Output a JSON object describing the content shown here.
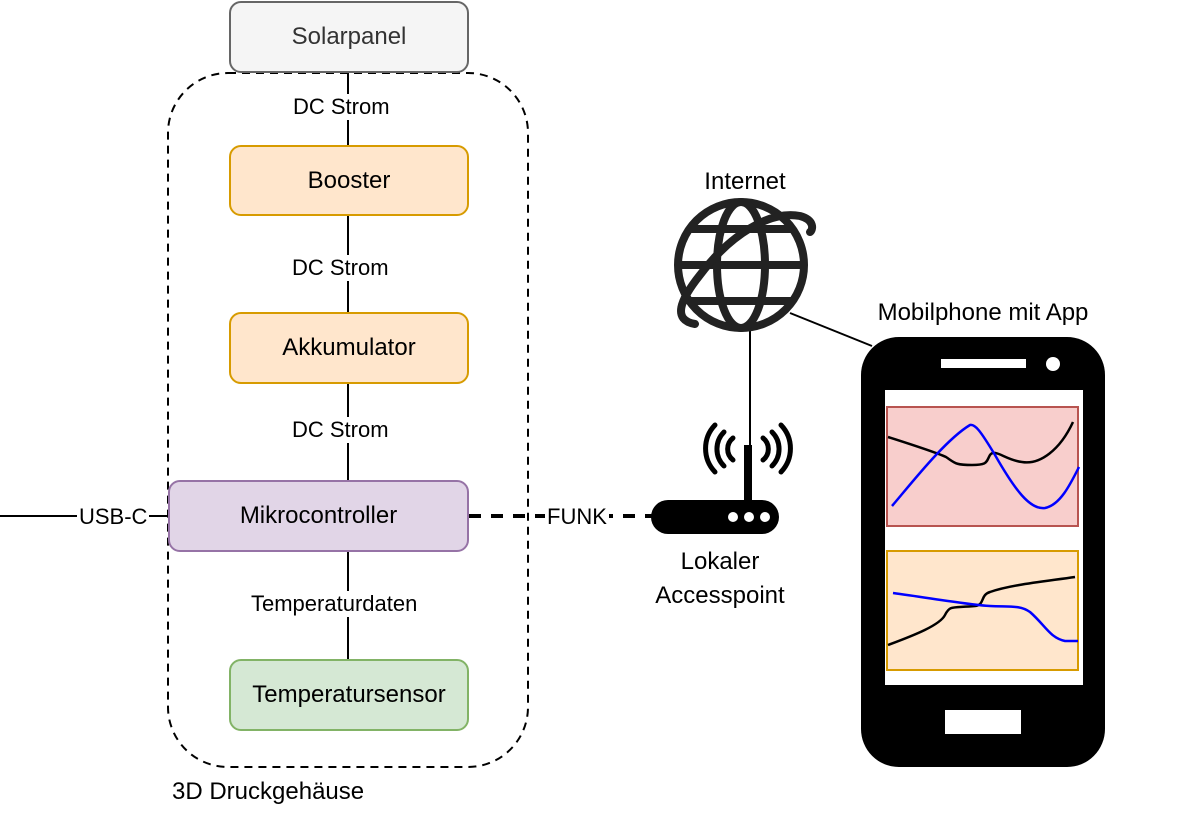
{
  "diagram": {
    "enclosure": {
      "label": "3D Druckgehäuse"
    },
    "nodes": {
      "solarpanel": {
        "label": "Solarpanel",
        "fill": "#f5f5f5",
        "stroke": "#666666",
        "text_color": "#333333"
      },
      "booster": {
        "label": "Booster",
        "fill": "#ffe6cc",
        "stroke": "#d79b00"
      },
      "akkumulator": {
        "label": "Akkumulator",
        "fill": "#ffe6cc",
        "stroke": "#d79b00"
      },
      "mikrocontroller": {
        "label": "Mikrocontroller",
        "fill": "#e1d5e7",
        "stroke": "#9673a6"
      },
      "temperatursensor": {
        "label": "Temperatursensor",
        "fill": "#d5e8d4",
        "stroke": "#82b366"
      }
    },
    "edges": {
      "solar_booster": {
        "label": "DC Strom"
      },
      "booster_akku": {
        "label": "DC Strom"
      },
      "akku_mcu": {
        "label": "DC Strom"
      },
      "mcu_sensor": {
        "label": "Temperaturdaten"
      },
      "usb": {
        "label": "USB-C"
      },
      "funk": {
        "label": "FUNK"
      }
    },
    "internet": {
      "label": "Internet",
      "icon": "globe-icon"
    },
    "accesspoint": {
      "label_line1": "Lokaler",
      "label_line2": "Accesspoint",
      "icon": "wifi-router-icon"
    },
    "phone": {
      "label": "Mobilphone mit App",
      "icon": "smartphone-icon",
      "chart1": {
        "fill": "#f8cecc",
        "stroke": "#b85450"
      },
      "chart2": {
        "fill": "#ffe6cc",
        "stroke": "#d79b00"
      },
      "series_colors": {
        "a": "#000000",
        "b": "#0000ff"
      }
    }
  }
}
